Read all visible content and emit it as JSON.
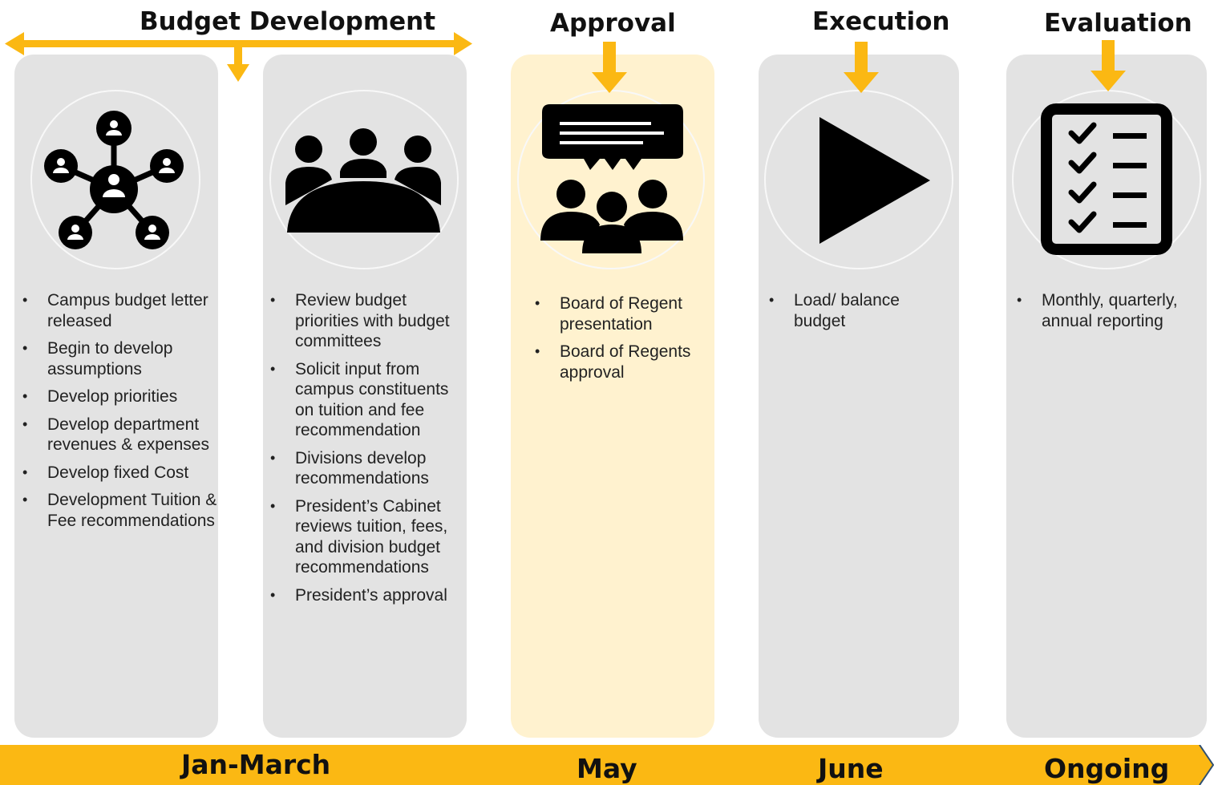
{
  "colors": {
    "accent": "#FBB813",
    "panel": "#E3E3E3",
    "highlight_panel": "#FFF2CF",
    "icon": "#000000"
  },
  "phases": [
    {
      "title": "Budget Development"
    },
    {
      "title": "Approval"
    },
    {
      "title": "Execution"
    },
    {
      "title": "Evaluation"
    }
  ],
  "columns": [
    {
      "icon": "network-people-icon",
      "bullets": [
        "Campus budget letter released",
        "Begin to develop assumptions",
        "Develop priorities",
        "Develop department revenues & expenses",
        "Develop fixed Cost",
        "Development Tuition & Fee recommendations"
      ]
    },
    {
      "icon": "meeting-table-icon",
      "bullets": [
        "Review budget priorities with budget committees",
        "Solicit input from campus constituents on tuition and fee recommendation",
        "Divisions develop recommendations",
        "President’s Cabinet reviews tuition, fees, and division budget recommendations",
        "President’s approval"
      ]
    },
    {
      "icon": "presentation-group-icon",
      "bullets": [
        "Board of Regent presentation",
        "Board of Regents approval"
      ]
    },
    {
      "icon": "play-icon",
      "bullets": [
        "Load/ balance budget"
      ]
    },
    {
      "icon": "checklist-icon",
      "bullets": [
        "Monthly, quarterly, annual reporting"
      ]
    }
  ],
  "timeline": [
    {
      "label": "Jan-March"
    },
    {
      "label": "May"
    },
    {
      "label": "June"
    },
    {
      "label": "Ongoing"
    }
  ]
}
